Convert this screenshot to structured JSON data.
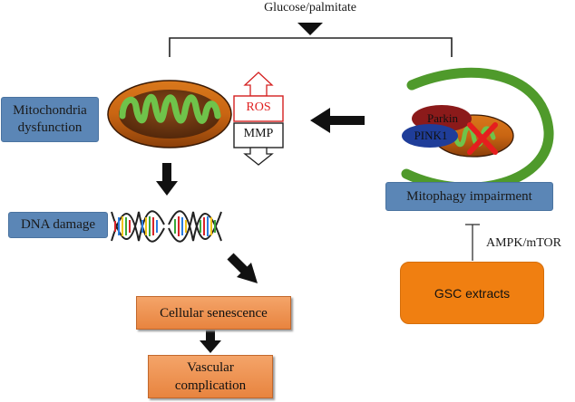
{
  "top": {
    "stimulus": "Glucose/palmitate"
  },
  "left": {
    "mito_dysfunction": [
      "Mitochondria",
      "dysfunction"
    ],
    "ros": "ROS",
    "mmp": "MMP",
    "dna_damage": "DNA damage",
    "cellular_senescence": "Cellular senescence",
    "vascular_complication": [
      "Vascular",
      "complication"
    ]
  },
  "right": {
    "parkin": "Parkin",
    "pink1": "PINK1",
    "mitophagy_impairment": "Mitophagy impairment",
    "ampk_mtor": "AMPK/mTOR",
    "gsc_extracts": "GSC extracts"
  },
  "colors": {
    "blue_box": "#5b86b6",
    "orange_box": "#ef8a44",
    "gsc_box": "#f07f11",
    "phagophore": "#4f9a2b",
    "parkin": "#8b1a1a",
    "pink1": "#1f3d99",
    "ros_red": "#e02020",
    "inhibit_x": "#e51e1e"
  }
}
